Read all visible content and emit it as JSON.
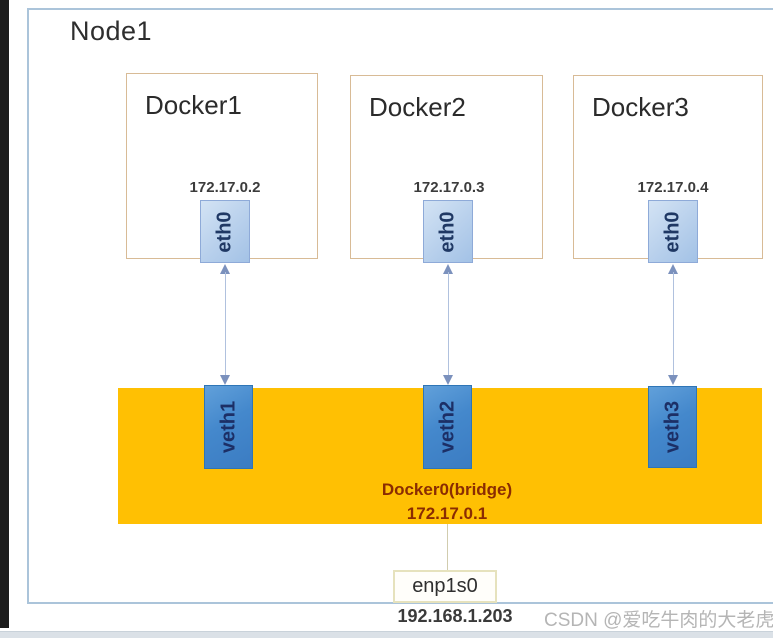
{
  "node": {
    "label": "Node1"
  },
  "containers": [
    {
      "label": "Docker1",
      "ip": "172.17.0.2",
      "interface": "eth0",
      "veth": "veth1"
    },
    {
      "label": "Docker2",
      "ip": "172.17.0.3",
      "interface": "eth0",
      "veth": "veth2"
    },
    {
      "label": "Docker3",
      "ip": "172.17.0.4",
      "interface": "eth0",
      "veth": "veth3"
    }
  ],
  "bridge": {
    "name": "Docker0(bridge)",
    "ip": "172.17.0.1"
  },
  "host_interface": {
    "name": "enp1s0",
    "ip": "192.168.1.203"
  },
  "watermark": {
    "text": "CSDN @爱吃牛肉的大老虎"
  },
  "colors": {
    "bridge_band": "#ffc003",
    "veth_fill": "#3f7ec4",
    "eth_fill": "#b8d0ec",
    "bridge_text": "#8a2c02",
    "node_border": "#abc4da",
    "container_border": "#d8bb96"
  }
}
